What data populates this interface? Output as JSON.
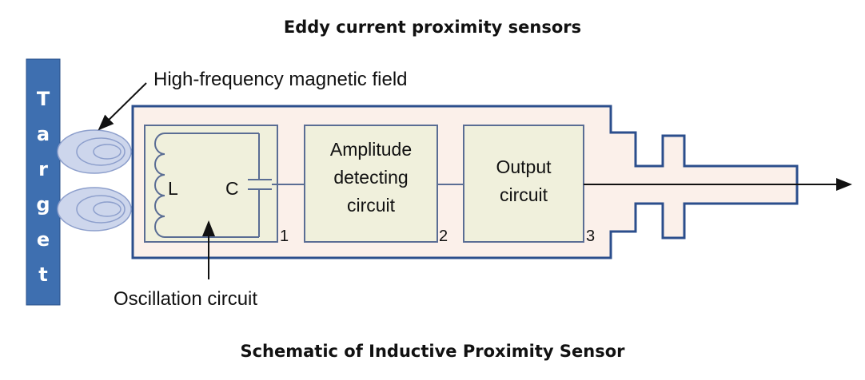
{
  "title": "Eddy current proximity sensors",
  "caption": "Schematic of Inductive Proximity Sensor",
  "target": {
    "label": [
      "T",
      "a",
      "r",
      "g",
      "e",
      "t"
    ]
  },
  "annotations": {
    "field": "High-frequency magnetic field",
    "oscillation": "Oscillation circuit"
  },
  "blocks": {
    "oscillation": {
      "inductor": "L",
      "capacitor": "C",
      "number": "1"
    },
    "amplitude": {
      "lines": [
        "Amplitude",
        "detecting",
        "circuit"
      ],
      "number": "2"
    },
    "output": {
      "lines": [
        "Output",
        "circuit"
      ],
      "number": "3"
    }
  },
  "colors": {
    "target_fill": "#3e6fb0",
    "housing_fill": "#fbf0ea",
    "housing_stroke": "#2b4e8c",
    "block_fill": "#f0f0dc",
    "block_stroke": "#5a6d94",
    "coil_fill": "#cdd6ec"
  }
}
